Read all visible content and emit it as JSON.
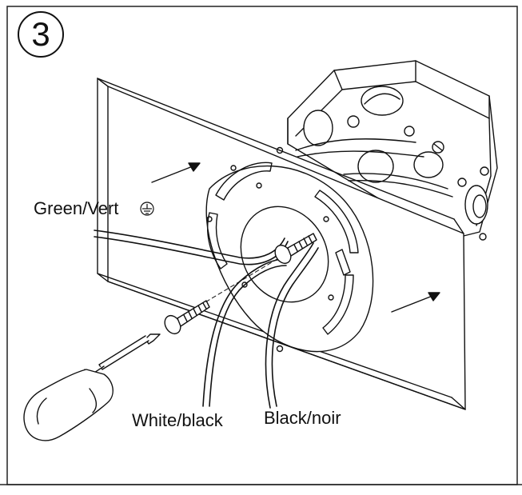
{
  "step": {
    "number": "3"
  },
  "labels": {
    "ground_wire": "Green/Vert",
    "white_wire": "White/black",
    "black_wire": "Black/noir"
  },
  "icons": {
    "ground": "ground-symbol-icon",
    "screwdriver": "screwdriver-icon"
  },
  "colors": {
    "line": "#111111",
    "background": "#ffffff"
  }
}
